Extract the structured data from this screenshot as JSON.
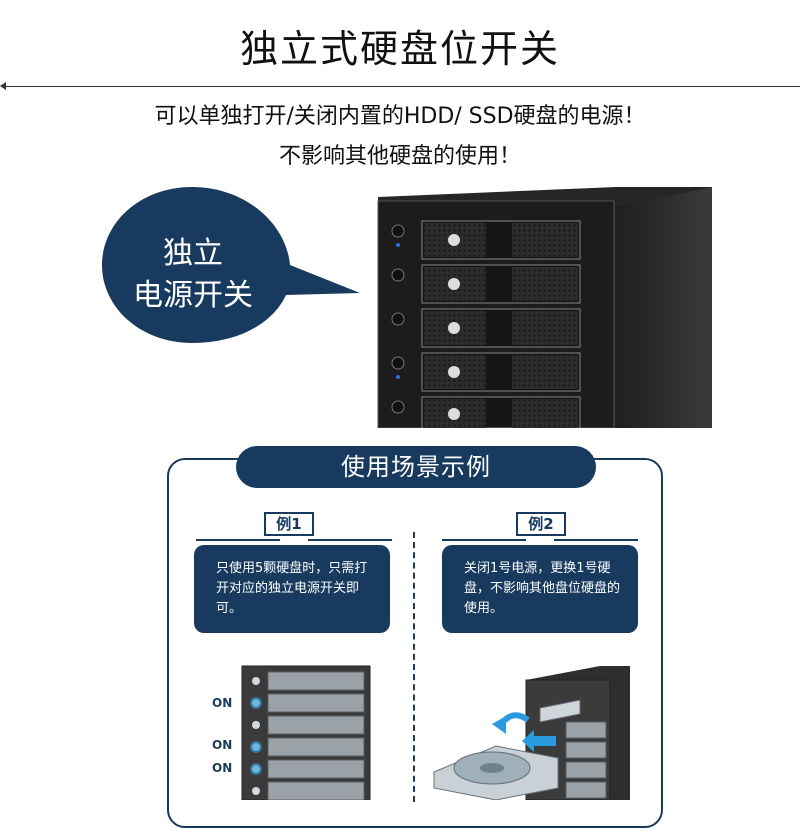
{
  "title": "独立式硬盘位开关",
  "subtitle": {
    "line1": "可以单独打开/关闭内置的HDD/ SSD硬盘的电源！",
    "line2": "不影响其他硬盘的使用！"
  },
  "bubble": {
    "line1": "独立",
    "line2": "电源开关",
    "color": "#173a5e"
  },
  "scenarios": {
    "heading": "使用场景示例",
    "examples": [
      {
        "label": "例1",
        "description": "只使用5颗硬盘时，只需打开对应的独立电源开关即可。",
        "on_labels": [
          "ON",
          "ON",
          "ON"
        ]
      },
      {
        "label": "例2",
        "description": "关闭1号电源，更换1号硬盘，不影响其他盘位硬盘的使用。"
      }
    ]
  },
  "colors": {
    "navy": "#173a5e",
    "enclosure": "#2a2a2a",
    "accent_blue": "#2b6fe0"
  }
}
